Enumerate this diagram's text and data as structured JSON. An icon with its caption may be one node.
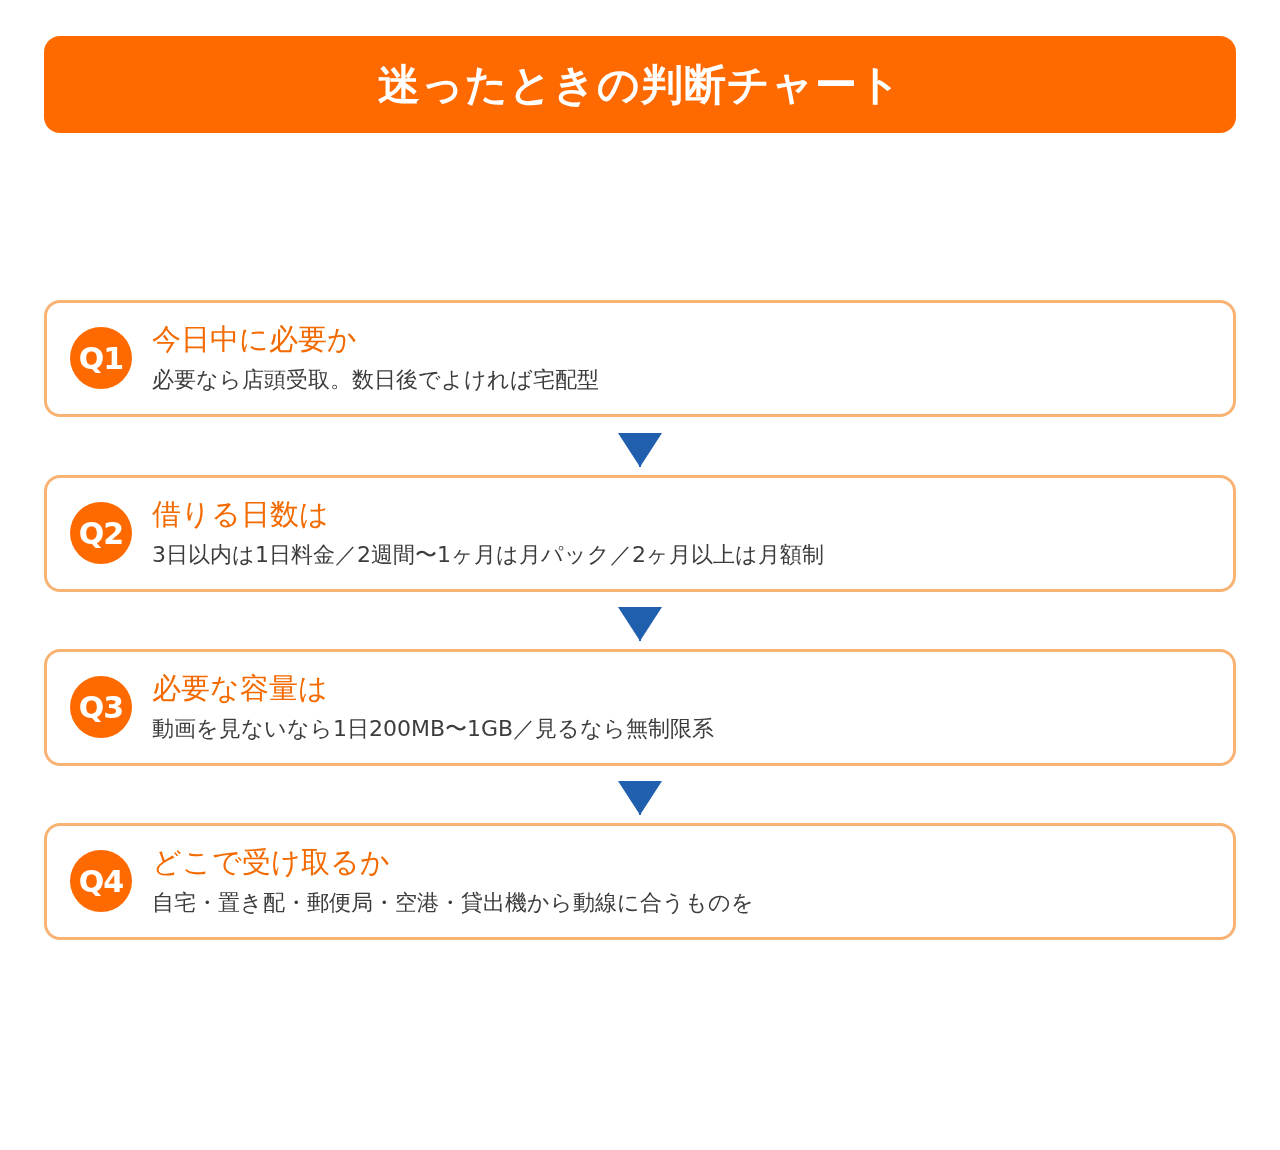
{
  "diagram": {
    "title": "迷ったときの判断チャート",
    "nodes": [
      {
        "text": [
          "今日中に必要か",
          "必要なら店頭受取。数日後でよければ宅配型"
        ]
      },
      {
        "text": [
          "Q1"
        ],
        "in": 0
      },
      {
        "text": [
          "借りる日数は",
          "3日以内は1日料金／2週間〜1ヶ月は月パック／2ヶ月以上は月額制"
        ]
      },
      {
        "text": [
          "Q2"
        ],
        "in": 2
      },
      {
        "text": [
          "必要な容量は",
          "動画を見ないなら1日200MB〜1GB／見るなら無制限系"
        ]
      },
      {
        "text": [
          "Q3"
        ],
        "in": 4
      },
      {
        "text": [
          "どこで受け取るか",
          "自宅・置き配・郵便局・空港・貸出機から動線に合うものを"
        ]
      },
      {
        "text": [
          "Q4"
        ],
        "in": 6
      }
    ],
    "edges": [
      {
        "from": 0,
        "to": 2,
        "arrow": "to"
      },
      {
        "from": 2,
        "to": 4,
        "arrow": "to"
      },
      {
        "from": 4,
        "to": 6,
        "arrow": "to"
      }
    ]
  }
}
